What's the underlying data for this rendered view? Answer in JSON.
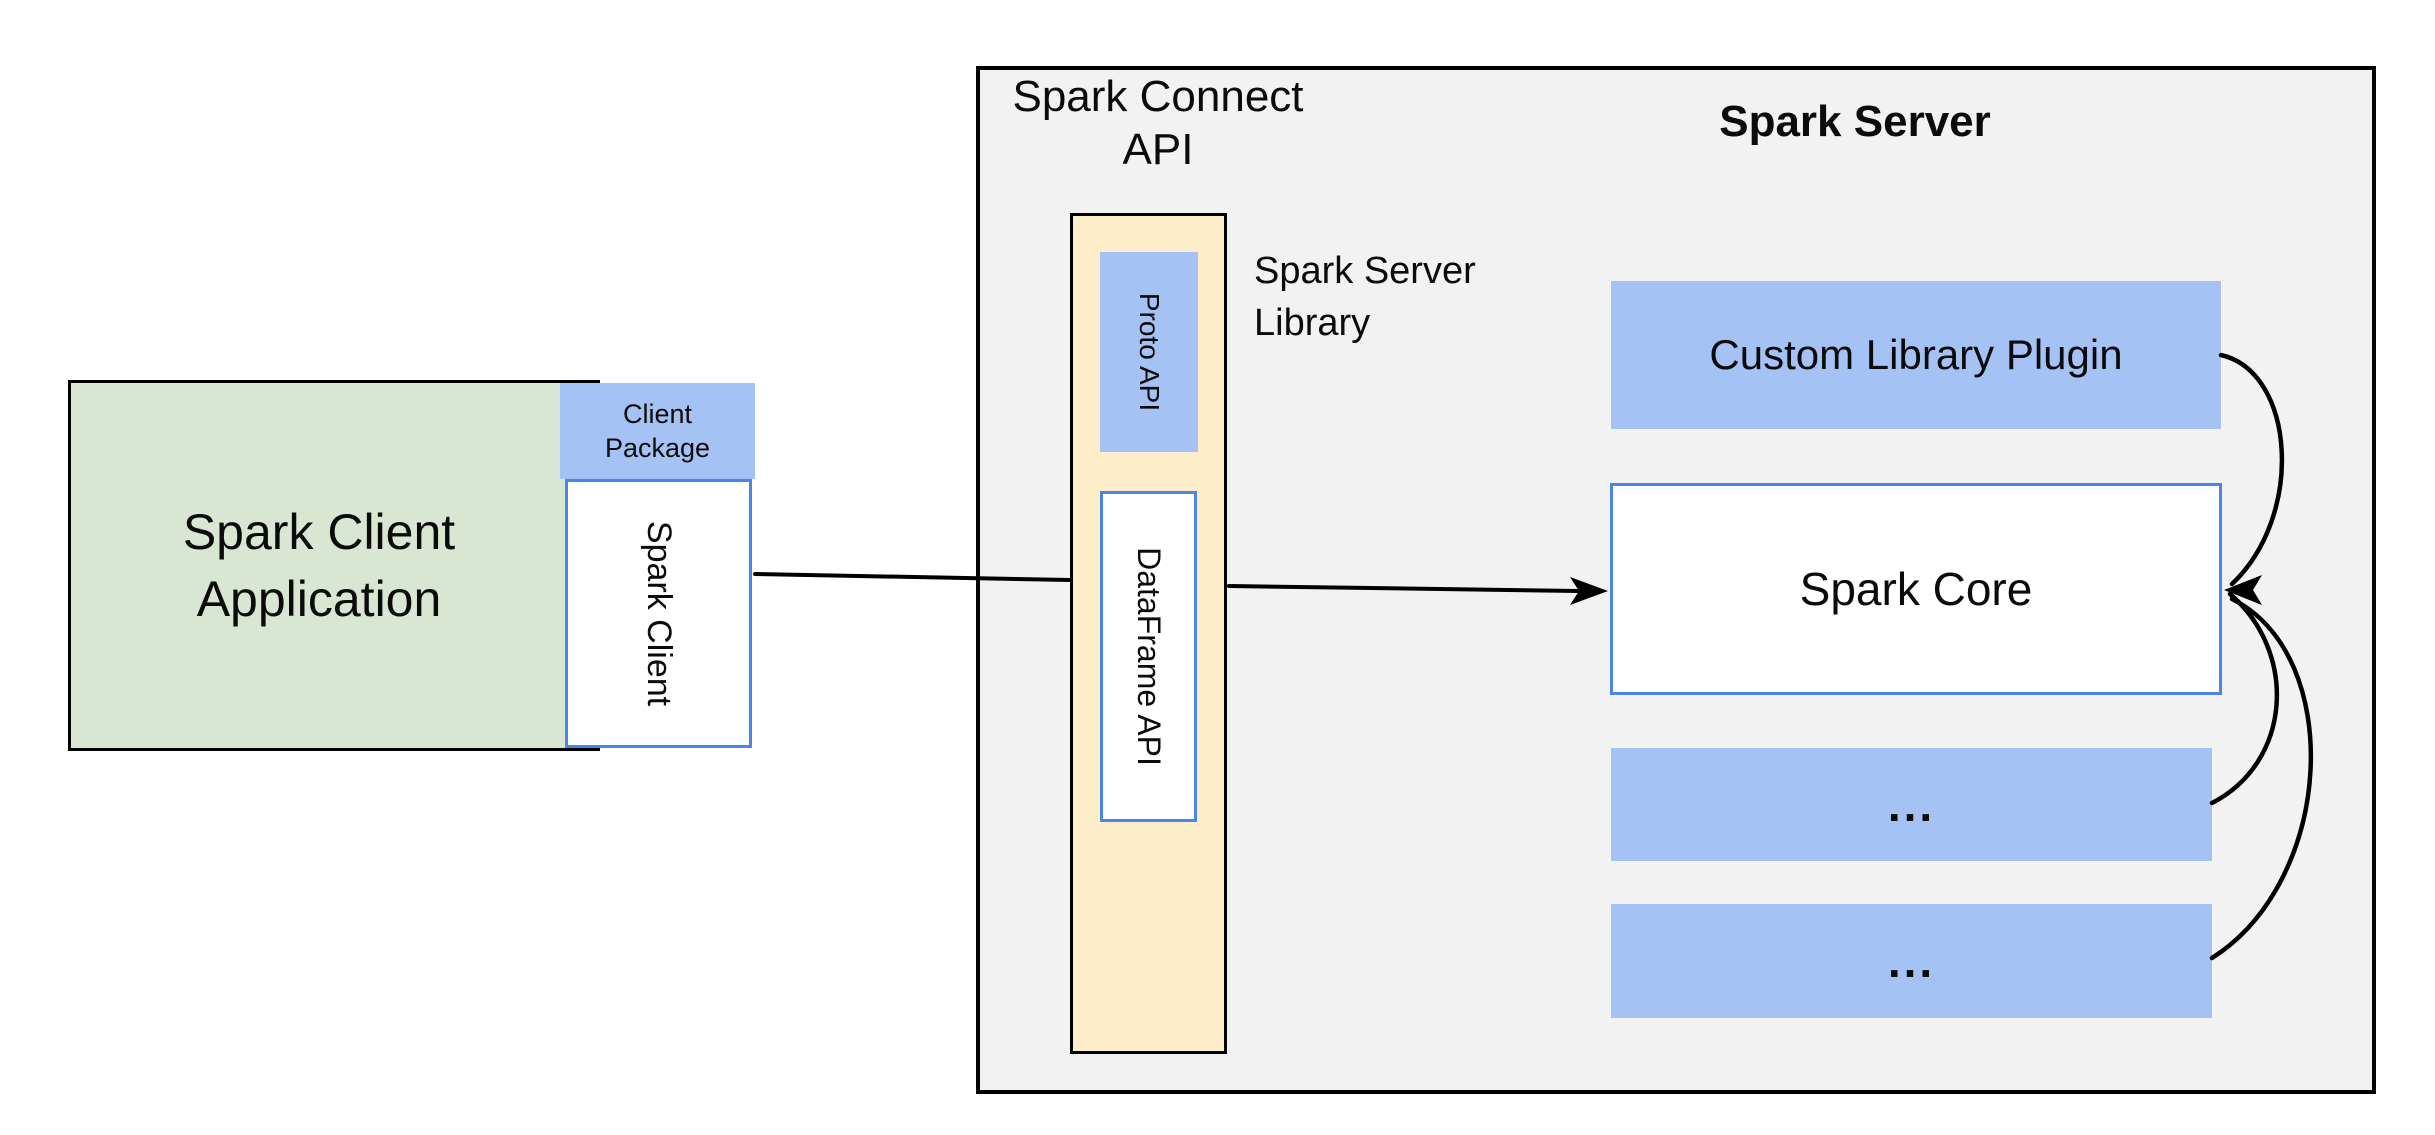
{
  "palette": {
    "green_fill": "#d9e7d2",
    "blue_fill": "#a4c2f4",
    "blue_border": "#4a86e8",
    "yellow_fill": "#fdeec9",
    "gray_fill": "#f2f2f2",
    "line_color": "#000000"
  },
  "client_app": {
    "title_line1": "Spark Client",
    "title_line2": "Application",
    "package_line1": "Client",
    "package_line2": "Package",
    "client_label": "Spark Client"
  },
  "connect_api": {
    "title_line1": "Spark Connect",
    "title_line2": "API",
    "proto_label": "Proto  API",
    "dataframe_label": "DataFrame API",
    "library_line1": "Spark Server",
    "library_line2": "Library"
  },
  "server": {
    "title": "Spark Server",
    "plugin_label": "Custom Library Plugin",
    "core_label": "Spark Core",
    "more_top": "...",
    "more_bottom": "..."
  }
}
